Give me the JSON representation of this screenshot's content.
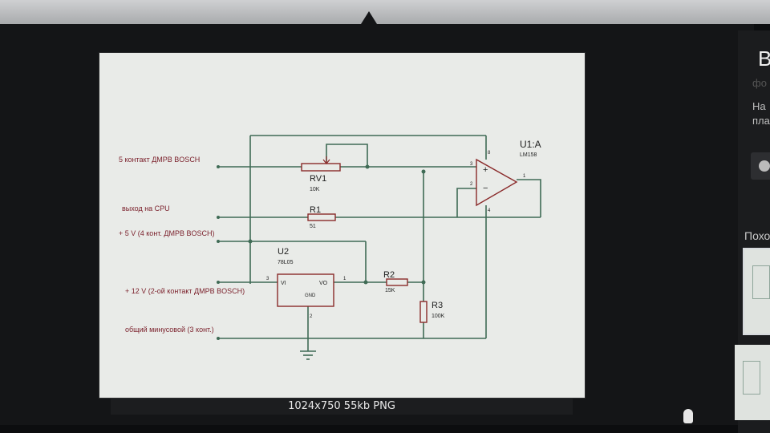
{
  "viewer": {
    "caption": "1024x750  55kb PNG"
  },
  "schematic": {
    "labels": {
      "in5": "5 контакт ДМРВ BOSCH",
      "cpu": "выход на CPU",
      "v5": "+ 5 V (4 конт. ДМРВ BOSCH)",
      "v12": "+ 12 V (2-ой контакт ДМРВ BOSCH)",
      "gnd": "общий минусовой (3 конт.)"
    },
    "rv1": {
      "name": "RV1",
      "value": "10K"
    },
    "r1": {
      "name": "R1",
      "value": "51"
    },
    "r2": {
      "name": "R2",
      "value": "15K"
    },
    "r3": {
      "name": "R3",
      "value": "100K"
    },
    "u2": {
      "name": "U2",
      "part": "78L05",
      "pin_vi": "VI",
      "pin_vo": "VO",
      "pin_gnd": "GND",
      "pin3": "3",
      "pin1": "1",
      "pin2": "2"
    },
    "u1": {
      "name": "U1:A",
      "part": "LM158",
      "pin_plus": "+",
      "pin_minus": "−",
      "pin3": "3",
      "pin2": "2",
      "pin1": "1",
      "pin8": "8",
      "pin4": "4"
    }
  },
  "side": {
    "title": "В",
    "subtitle": "фо",
    "description_line1": "На",
    "description_line2": "пла",
    "similar_label": "Похо"
  }
}
